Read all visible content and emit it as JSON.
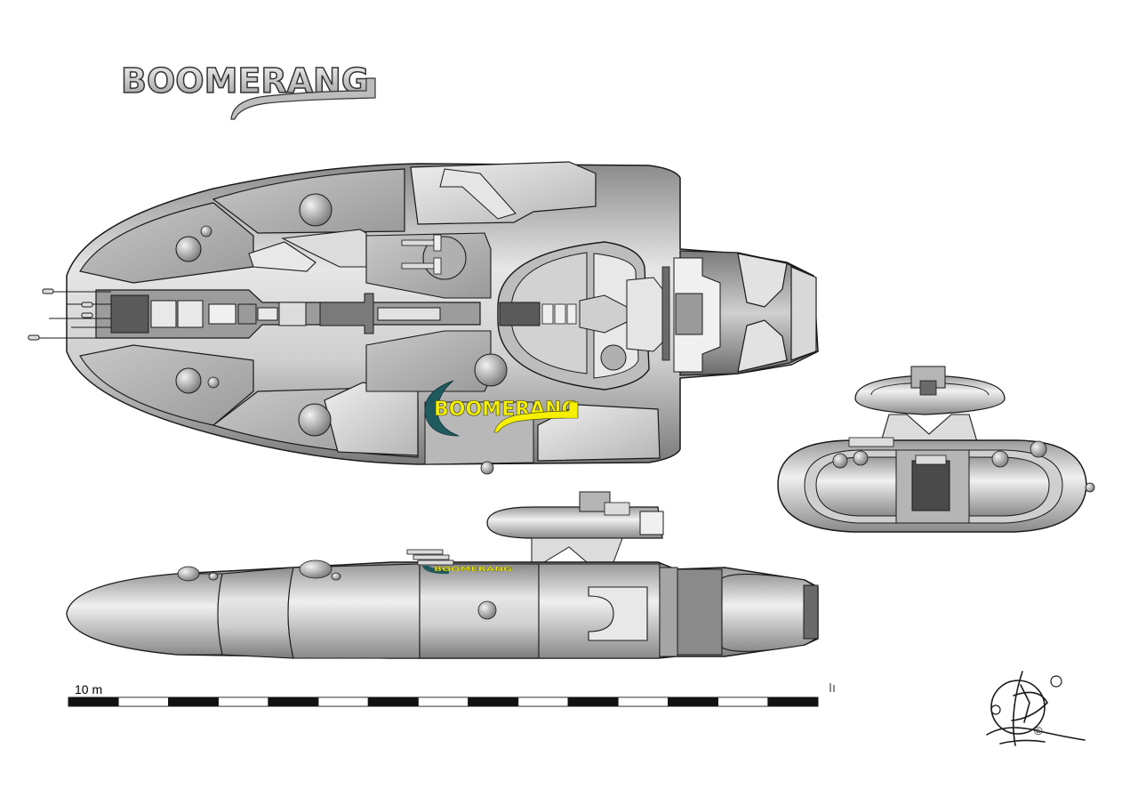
{
  "title": {
    "text": "BOOMERANG"
  },
  "hull_logo": {
    "text": "BOOMERANG"
  },
  "side_logo": {
    "text": "BOOMERANG"
  },
  "scale": {
    "label": "10 m",
    "segments": 15
  },
  "signature": {
    "copyright": "©"
  },
  "colors": {
    "hull_light": "#d9d9d9",
    "hull_mid": "#b8b8b8",
    "hull_dark": "#8c8c8c",
    "hull_darker": "#6b6b6b",
    "outline": "#1a1a1a",
    "logo_yellow": "#f5f000",
    "logo_teal": "#1f5a5e"
  },
  "views": {
    "top": "top-view",
    "side": "side-view",
    "rear": "rear-view"
  }
}
